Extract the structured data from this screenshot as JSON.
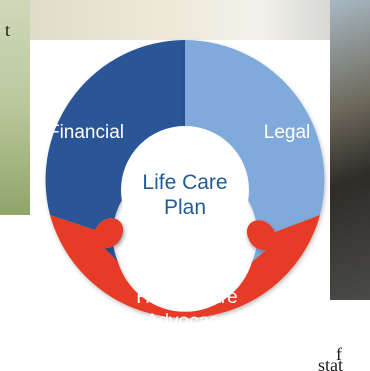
{
  "diagram": {
    "segments": [
      {
        "id": "financial",
        "label": "Financial",
        "color": "#2a5597"
      },
      {
        "id": "legal",
        "label": "Legal",
        "color": "#7faadb"
      },
      {
        "id": "health",
        "label_line1": "Health Care",
        "label_line2": "Advocacy",
        "color": "#e63b26"
      }
    ],
    "center": {
      "line1": "Life Care",
      "line2": "Plan",
      "text_color": "#1f5c99"
    }
  },
  "page_text": {
    "left_fragment": "t",
    "right_bottom_1": "f",
    "right_bottom_2": "stat"
  }
}
